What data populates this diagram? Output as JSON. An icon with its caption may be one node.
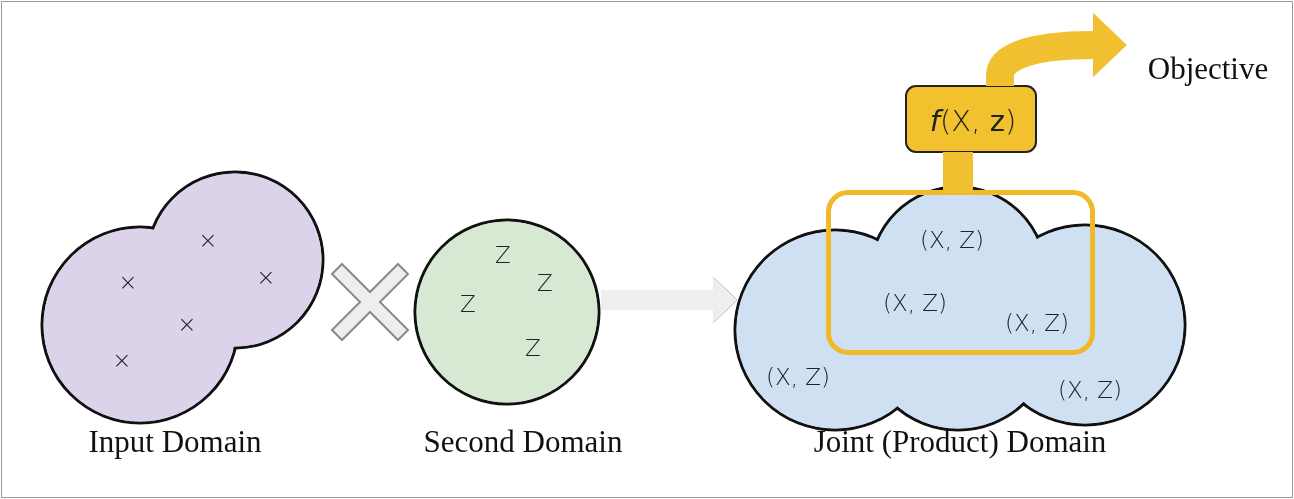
{
  "diagram": {
    "nodes": [
      {
        "text": [
          "×",
          "×",
          "×",
          "×",
          "×",
          "Input Domain"
        ]
      },
      {
        "text": [
          "Z",
          "Z",
          "Z",
          "Z",
          "Second Domain"
        ]
      },
      {
        "text": [
          "(X, Z)",
          "(X, Z)",
          "Joint (Product) Domain"
        ]
      },
      {
        "text": [
          "(X, Z)",
          "(X, Z)",
          "(X, Z)"
        ],
        "in": 2
      },
      {
        "text": [
          "*f*(X, **z**)"
        ]
      },
      {
        "text": [
          "Objective"
        ]
      }
    ],
    "edges": [
      {
        "from": 1,
        "to": 2,
        "arrow": "to",
        "color": "#eeeeee"
      },
      {
        "from": 3,
        "to": 4,
        "arrow": "none"
      },
      {
        "from": 4,
        "to": 5,
        "arrow": "to"
      }
    ]
  }
}
